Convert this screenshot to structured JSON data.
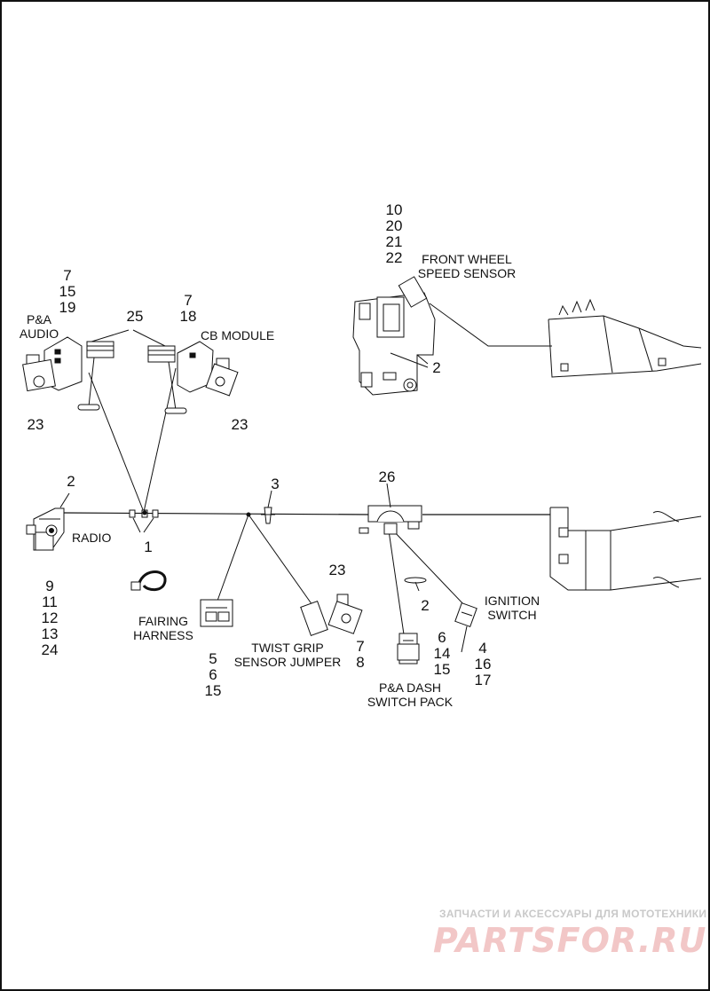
{
  "diagram": {
    "labels": {
      "front_wheel_speed_sensor": [
        "FRONT WHEEL",
        "SPEED SENSOR"
      ],
      "pa_audio": [
        "P&A",
        "AUDIO"
      ],
      "cb_module": "CB MODULE",
      "radio": "RADIO",
      "fairing_harness": [
        "FAIRING",
        "HARNESS"
      ],
      "twist_grip_sensor_jumper": [
        "TWIST GRIP",
        "SENSOR JUMPER"
      ],
      "ignition_switch": [
        "IGNITION",
        "SWITCH"
      ],
      "pa_dash_switch_pack": [
        "P&A DASH",
        "SWITCH PACK"
      ]
    },
    "callouts": {
      "front_wheel_stack": [
        "10",
        "20",
        "21",
        "22"
      ],
      "bracket_2": "2",
      "pa_audio_stack": [
        "7",
        "15",
        "19"
      ],
      "cb_module_stack": [
        "7",
        "18"
      ],
      "antenna_25": "25",
      "left_23": "23",
      "right_23": "23",
      "radio_2": "2",
      "clip_3": "3",
      "clip_26": "26",
      "clips_1": "1",
      "radio_stack": [
        "9",
        "11",
        "12",
        "13",
        "24"
      ],
      "fairing_stack": [
        "5",
        "6",
        "15"
      ],
      "twist_stack": [
        "7",
        "8"
      ],
      "twist_23": "23",
      "tie_2": "2",
      "dash_stack": [
        "6",
        "14",
        "15"
      ],
      "ignition_stack": [
        "4",
        "16",
        "17"
      ]
    }
  },
  "watermark": {
    "tagline": "ЗАПЧАСТИ И АКСЕССУАРЫ ДЛЯ МОТОТЕХНИКИ",
    "logo": "PARTSFOR.RU"
  }
}
